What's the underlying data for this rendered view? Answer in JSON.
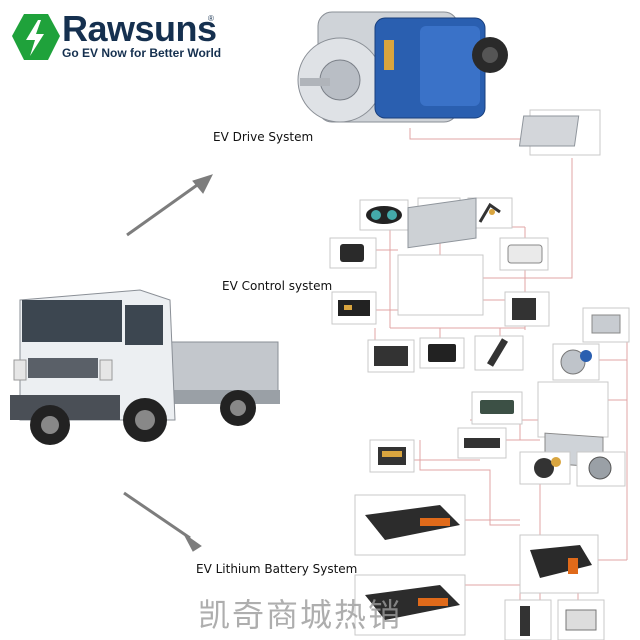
{
  "brand": {
    "name": "Rawsuns",
    "registered_mark": "®",
    "tagline": "Go EV Now for Better World",
    "logo_color": "#1fa23b",
    "text_color": "#15304f"
  },
  "systems": {
    "drive": "EV Drive System",
    "control": "EV Control system",
    "battery": "EV Lithium Battery System"
  },
  "watermark": "凯奇商城热销",
  "colors": {
    "connector_line": "#e2a4a4",
    "arrow": "#7d7d7d",
    "motor_blue": "#2a5fb0"
  }
}
